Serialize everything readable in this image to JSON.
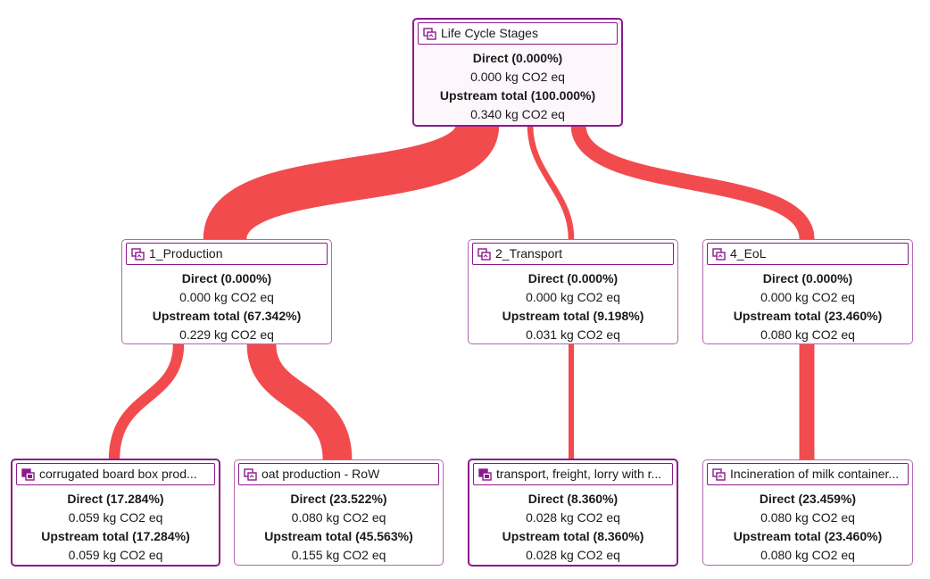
{
  "colors": {
    "flow": "#f24b4e",
    "node_border": "#8b1a8b",
    "node_border_light": "#b06ab0",
    "root_fill": "#fdf7fc"
  },
  "icons": {
    "stage": "process-group-icon",
    "process": "unit-process-icon"
  },
  "nodes": {
    "root": {
      "title": "Life Cycle Stages",
      "direct_label": "Direct (0.000%)",
      "direct_value": "0.000 kg CO2 eq",
      "upstream_label": "Upstream total (100.000%)",
      "upstream_value": "0.340 kg CO2 eq"
    },
    "production": {
      "title": "1_Production",
      "direct_label": "Direct (0.000%)",
      "direct_value": "0.000 kg CO2 eq",
      "upstream_label": "Upstream total (67.342%)",
      "upstream_value": "0.229 kg CO2 eq"
    },
    "transport": {
      "title": "2_Transport",
      "direct_label": "Direct (0.000%)",
      "direct_value": "0.000 kg CO2 eq",
      "upstream_label": "Upstream total (9.198%)",
      "upstream_value": "0.031 kg CO2 eq"
    },
    "eol": {
      "title": "4_EoL",
      "direct_label": "Direct (0.000%)",
      "direct_value": "0.000 kg CO2 eq",
      "upstream_label": "Upstream total (23.460%)",
      "upstream_value": "0.080 kg CO2 eq"
    },
    "corrugated": {
      "title": "corrugated board box prod...",
      "direct_label": "Direct (17.284%)",
      "direct_value": "0.059 kg CO2 eq",
      "upstream_label": "Upstream total (17.284%)",
      "upstream_value": "0.059 kg CO2 eq"
    },
    "oat": {
      "title": "oat production - RoW",
      "direct_label": "Direct (23.522%)",
      "direct_value": "0.080 kg CO2 eq",
      "upstream_label": "Upstream total (45.563%)",
      "upstream_value": "0.155 kg CO2 eq"
    },
    "lorry": {
      "title": "transport, freight, lorry with r...",
      "direct_label": "Direct (8.360%)",
      "direct_value": "0.028 kg CO2 eq",
      "upstream_label": "Upstream total (8.360%)",
      "upstream_value": "0.028 kg CO2 eq"
    },
    "incineration": {
      "title": "Incineration of milk container...",
      "direct_label": "Direct (23.459%)",
      "direct_value": "0.080 kg CO2 eq",
      "upstream_label": "Upstream total (23.460%)",
      "upstream_value": "0.080 kg CO2 eq"
    }
  },
  "flows": [
    {
      "from": "root",
      "to": "production",
      "share": 67.342
    },
    {
      "from": "root",
      "to": "transport",
      "share": 9.198
    },
    {
      "from": "root",
      "to": "eol",
      "share": 23.46
    },
    {
      "from": "production",
      "to": "corrugated",
      "share": 17.284
    },
    {
      "from": "production",
      "to": "oat",
      "share": 45.563
    },
    {
      "from": "transport",
      "to": "lorry",
      "share": 8.36
    },
    {
      "from": "eol",
      "to": "incineration",
      "share": 23.46
    }
  ]
}
